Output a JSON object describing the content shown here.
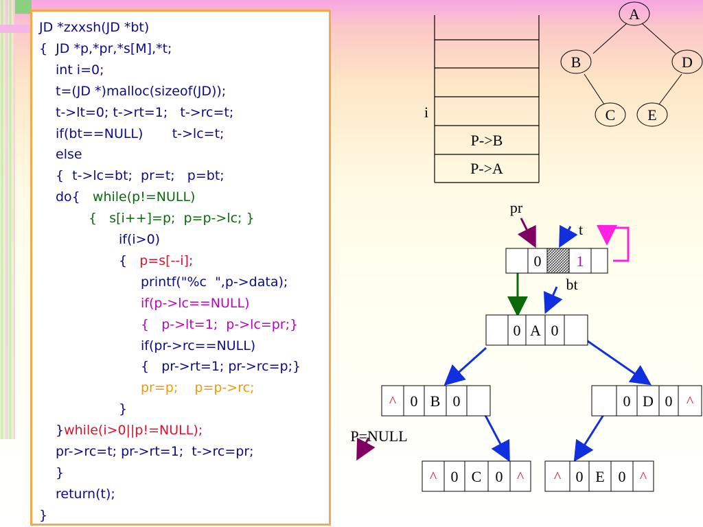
{
  "code": {
    "lines": [
      {
        "segments": [
          {
            "text": "JD *zxxsh(JD *bt)",
            "color": "blue"
          }
        ],
        "indent": 0
      },
      {
        "segments": [
          {
            "text": "{  JD *p,*pr,*s[M],*t;",
            "color": "blue"
          }
        ],
        "indent": 0
      },
      {
        "segments": [
          {
            "text": "int i=0;",
            "color": "blue"
          }
        ],
        "indent": 1
      },
      {
        "segments": [
          {
            "text": "t=(JD *)malloc(sizeof(JD));",
            "color": "blue"
          }
        ],
        "indent": 1
      },
      {
        "segments": [
          {
            "text": "t->lt=0; t->rt=1;   t->rc=t;",
            "color": "blue"
          }
        ],
        "indent": 1
      },
      {
        "segments": [
          {
            "text": "if(bt==NULL)       t->lc=t;",
            "color": "blue"
          }
        ],
        "indent": 1
      },
      {
        "segments": [
          {
            "text": "else",
            "color": "blue"
          }
        ],
        "indent": 1
      },
      {
        "segments": [
          {
            "text": "{  t->lc=bt;  pr=t;   p=bt;",
            "color": "blue"
          }
        ],
        "indent": 1
      },
      {
        "segments": [
          {
            "text": "do{   ",
            "color": "blue"
          },
          {
            "text": "while(p!=NULL)",
            "color": "green"
          }
        ],
        "indent": 2
      },
      {
        "segments": [
          {
            "text": "{   s[i++]=p;  p=p->lc; }",
            "color": "green"
          }
        ],
        "indent": 4
      },
      {
        "segments": [
          {
            "text": "if(i>0)",
            "color": "blue"
          }
        ],
        "indent": 5
      },
      {
        "segments": [
          {
            "text": "{   ",
            "color": "blue"
          },
          {
            "text": "p=s[--i];",
            "color": "red"
          }
        ],
        "indent": 5
      },
      {
        "segments": [
          {
            "text": "printf(\"%c  \",p->data);",
            "color": "blue"
          }
        ],
        "indent": 6
      },
      {
        "segments": [
          {
            "text": "if(p->lc==NULL)",
            "color": "magenta"
          }
        ],
        "indent": 6
      },
      {
        "segments": [
          {
            "text": "{   p->lt=1;  p->lc=pr;}",
            "color": "magenta"
          }
        ],
        "indent": 6
      },
      {
        "segments": [
          {
            "text": "if(pr->rc==NULL)",
            "color": "blue"
          }
        ],
        "indent": 6
      },
      {
        "segments": [
          {
            "text": "{   pr->rt=1; pr->rc=p;}",
            "color": "blue"
          }
        ],
        "indent": 6
      },
      {
        "segments": [
          {
            "text": "pr=p;    p=p->rc;",
            "color": "orange"
          }
        ],
        "indent": 6
      },
      {
        "segments": [
          {
            "text": "}",
            "color": "blue"
          }
        ],
        "indent": 5
      },
      {
        "segments": [
          {
            "text": "}",
            "color": "blue"
          },
          {
            "text": "while(i>0||p!=NULL);",
            "color": "red"
          }
        ],
        "indent": 2
      },
      {
        "segments": [
          {
            "text": "pr->rc=t; pr->rt=1;  t->rc=pr;",
            "color": "blue"
          }
        ],
        "indent": 2
      },
      {
        "segments": [
          {
            "text": "}",
            "color": "blue"
          }
        ],
        "indent": 1
      },
      {
        "segments": [
          {
            "text": "return(t);",
            "color": "blue"
          }
        ],
        "indent": 1
      },
      {
        "segments": [
          {
            "text": "}",
            "color": "blue"
          }
        ],
        "indent": 0
      }
    ]
  },
  "stack": {
    "index_label": "i",
    "cells": [
      "",
      "",
      "",
      "",
      "P->B",
      "P->A"
    ]
  },
  "tree": {
    "nodes": [
      {
        "id": "A",
        "label": "A"
      },
      {
        "id": "B",
        "label": "B"
      },
      {
        "id": "D",
        "label": "D"
      },
      {
        "id": "C",
        "label": "C"
      },
      {
        "id": "E",
        "label": "E"
      }
    ]
  },
  "pointers": {
    "pr_label": "pr",
    "t_label": "t",
    "bt_label": "bt",
    "p_null_label": "P=NULL"
  },
  "head_node": {
    "cells": [
      "",
      "0",
      "",
      "1",
      ""
    ]
  },
  "node_a": {
    "cells": [
      "",
      "0",
      "A",
      "0",
      ""
    ]
  },
  "node_b": {
    "cells": [
      "^",
      "0",
      "B",
      "0",
      ""
    ]
  },
  "node_d": {
    "cells": [
      "",
      "0",
      "D",
      "0",
      "^"
    ]
  },
  "node_c": {
    "cells": [
      "^",
      "0",
      "C",
      "0",
      "^"
    ]
  },
  "node_e": {
    "cells": [
      "^",
      "0",
      "E",
      "0",
      "^"
    ]
  },
  "colors": {
    "code_blue": "#0a0a8a",
    "code_green": "#0a6a0a",
    "code_red": "#e0102a",
    "code_orange": "#f09a00",
    "code_magenta": "#c000c0",
    "arrow_blue": "#1030e0",
    "arrow_green": "#0a6a0a",
    "arrow_purple": "#800060",
    "arrow_magenta": "#ff20e0",
    "box_border": "#f5a94a"
  }
}
